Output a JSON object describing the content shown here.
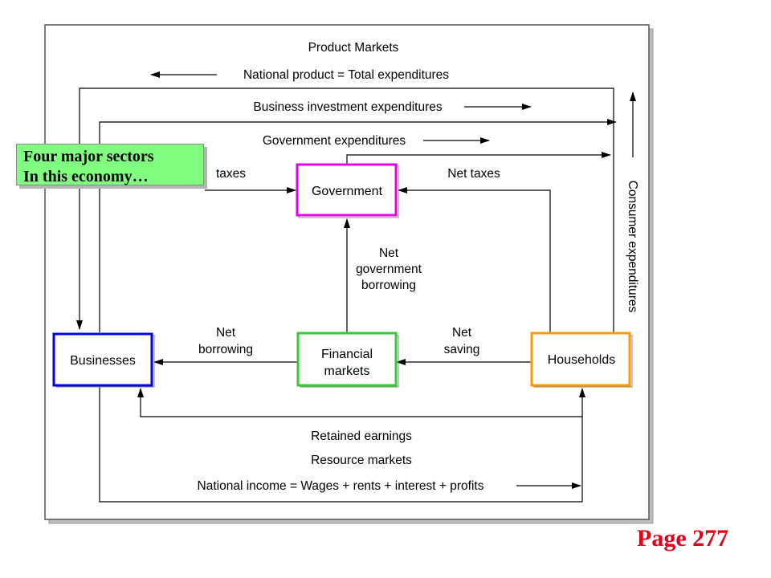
{
  "labels": {
    "product_markets": "Product Markets",
    "national_product": "National product = Total expenditures",
    "business_investment": "Business investment expenditures",
    "government_expenditures": "Government expenditures",
    "net_taxes_left": "taxes",
    "net_taxes_right": "Net taxes",
    "net_gov_borrowing": [
      "Net",
      "government",
      "borrowing"
    ],
    "net_borrowing": [
      "Net",
      "borrowing"
    ],
    "net_saving": [
      "Net",
      "saving"
    ],
    "consumer_expenditures": "Consumer expenditures",
    "retained_earnings": "Retained earnings",
    "resource_markets": "Resource markets",
    "national_income": "National income = Wages + rents + interest + profits"
  },
  "sectors": {
    "government": {
      "label": "Government",
      "color": "#e600e6"
    },
    "businesses": {
      "label": "Businesses",
      "color": "#0000e0"
    },
    "financial": {
      "label": [
        "Financial",
        "markets"
      ],
      "color": "#33cc33"
    },
    "households": {
      "label": "Households",
      "color": "#ff9900"
    }
  },
  "callout": {
    "line1": "Four major sectors",
    "line2": "In this economy…",
    "color": "#80ff80"
  },
  "page_number": "Page 277"
}
